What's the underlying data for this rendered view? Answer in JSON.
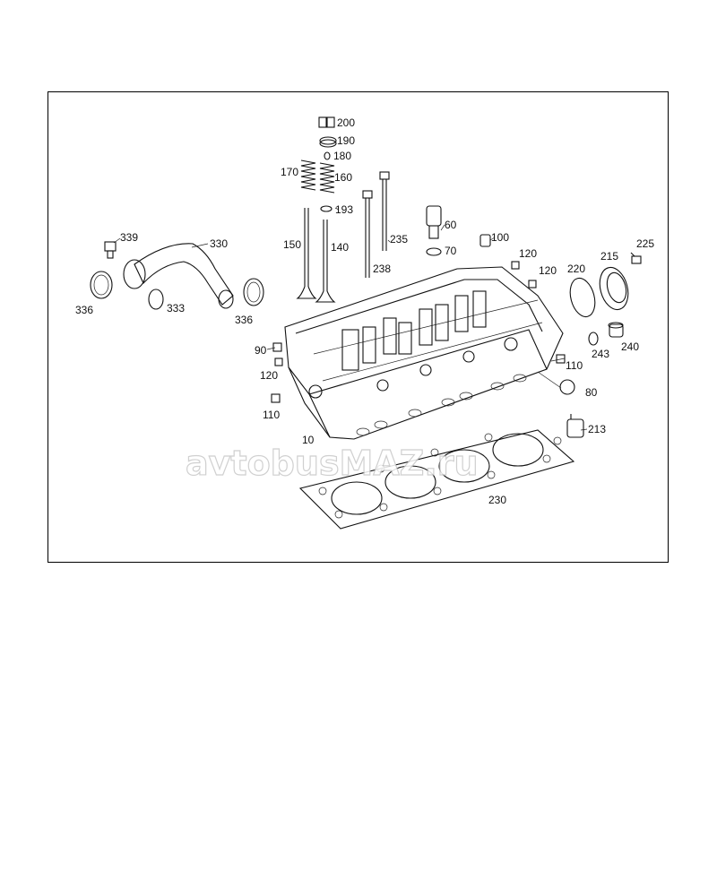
{
  "watermark": "avtobusMAZ.ru",
  "part_labels": [
    {
      "id": "200",
      "text": "200"
    },
    {
      "id": "190",
      "text": "190"
    },
    {
      "id": "180",
      "text": "180"
    },
    {
      "id": "170",
      "text": "170"
    },
    {
      "id": "160",
      "text": "160"
    },
    {
      "id": "193",
      "text": "193"
    },
    {
      "id": "150",
      "text": "150"
    },
    {
      "id": "140",
      "text": "140"
    },
    {
      "id": "235",
      "text": "235"
    },
    {
      "id": "238",
      "text": "238"
    },
    {
      "id": "60",
      "text": "60"
    },
    {
      "id": "70",
      "text": "70"
    },
    {
      "id": "100",
      "text": "100"
    },
    {
      "id": "120a",
      "text": "120"
    },
    {
      "id": "120b",
      "text": "120"
    },
    {
      "id": "220",
      "text": "220"
    },
    {
      "id": "215",
      "text": "215"
    },
    {
      "id": "225",
      "text": "225"
    },
    {
      "id": "339",
      "text": "339"
    },
    {
      "id": "330",
      "text": "330"
    },
    {
      "id": "336a",
      "text": "336"
    },
    {
      "id": "333",
      "text": "333"
    },
    {
      "id": "336b",
      "text": "336"
    },
    {
      "id": "90",
      "text": "90"
    },
    {
      "id": "120c",
      "text": "120"
    },
    {
      "id": "110a",
      "text": "110"
    },
    {
      "id": "10",
      "text": "10"
    },
    {
      "id": "110b",
      "text": "110"
    },
    {
      "id": "80",
      "text": "80"
    },
    {
      "id": "243",
      "text": "243"
    },
    {
      "id": "240",
      "text": "240"
    },
    {
      "id": "213",
      "text": "213"
    },
    {
      "id": "230",
      "text": "230"
    }
  ]
}
